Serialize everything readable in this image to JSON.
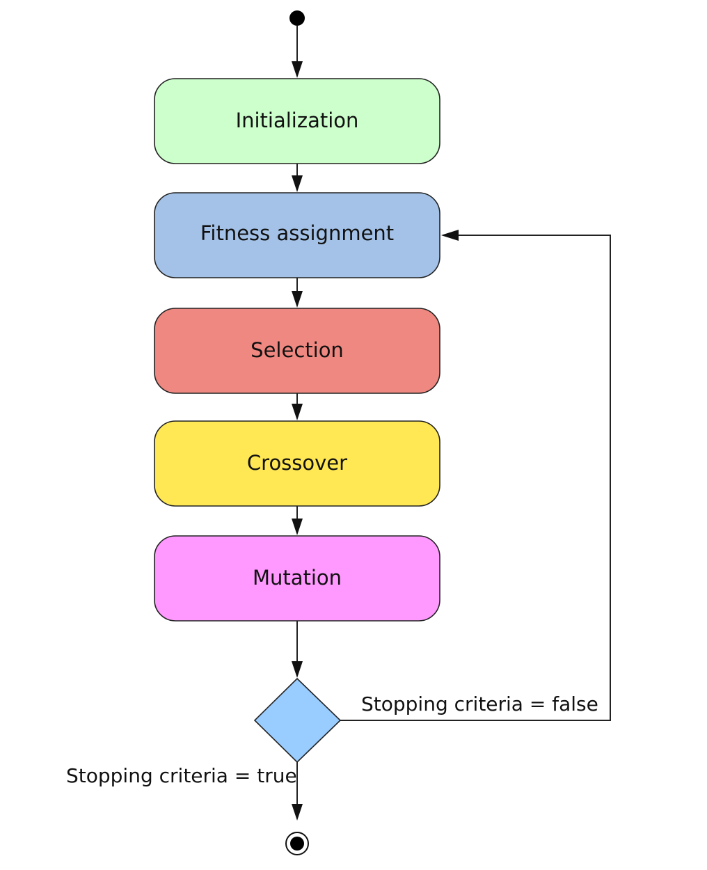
{
  "stages": [
    {
      "id": "initialization",
      "label": "Initialization",
      "color": "#CCFFCC"
    },
    {
      "id": "fitness-assignment",
      "label": "Fitness assignment",
      "color": "#A4C2E7"
    },
    {
      "id": "selection",
      "label": "Selection",
      "color": "#EE8880"
    },
    {
      "id": "crossover",
      "label": "Crossover",
      "color": "#FFE854"
    },
    {
      "id": "mutation",
      "label": "Mutation",
      "color": "#FF98FF"
    }
  ],
  "decision": {
    "color": "#99CCFF",
    "false_label": "Stopping criteria = false",
    "true_label": "Stopping criteria = true"
  }
}
